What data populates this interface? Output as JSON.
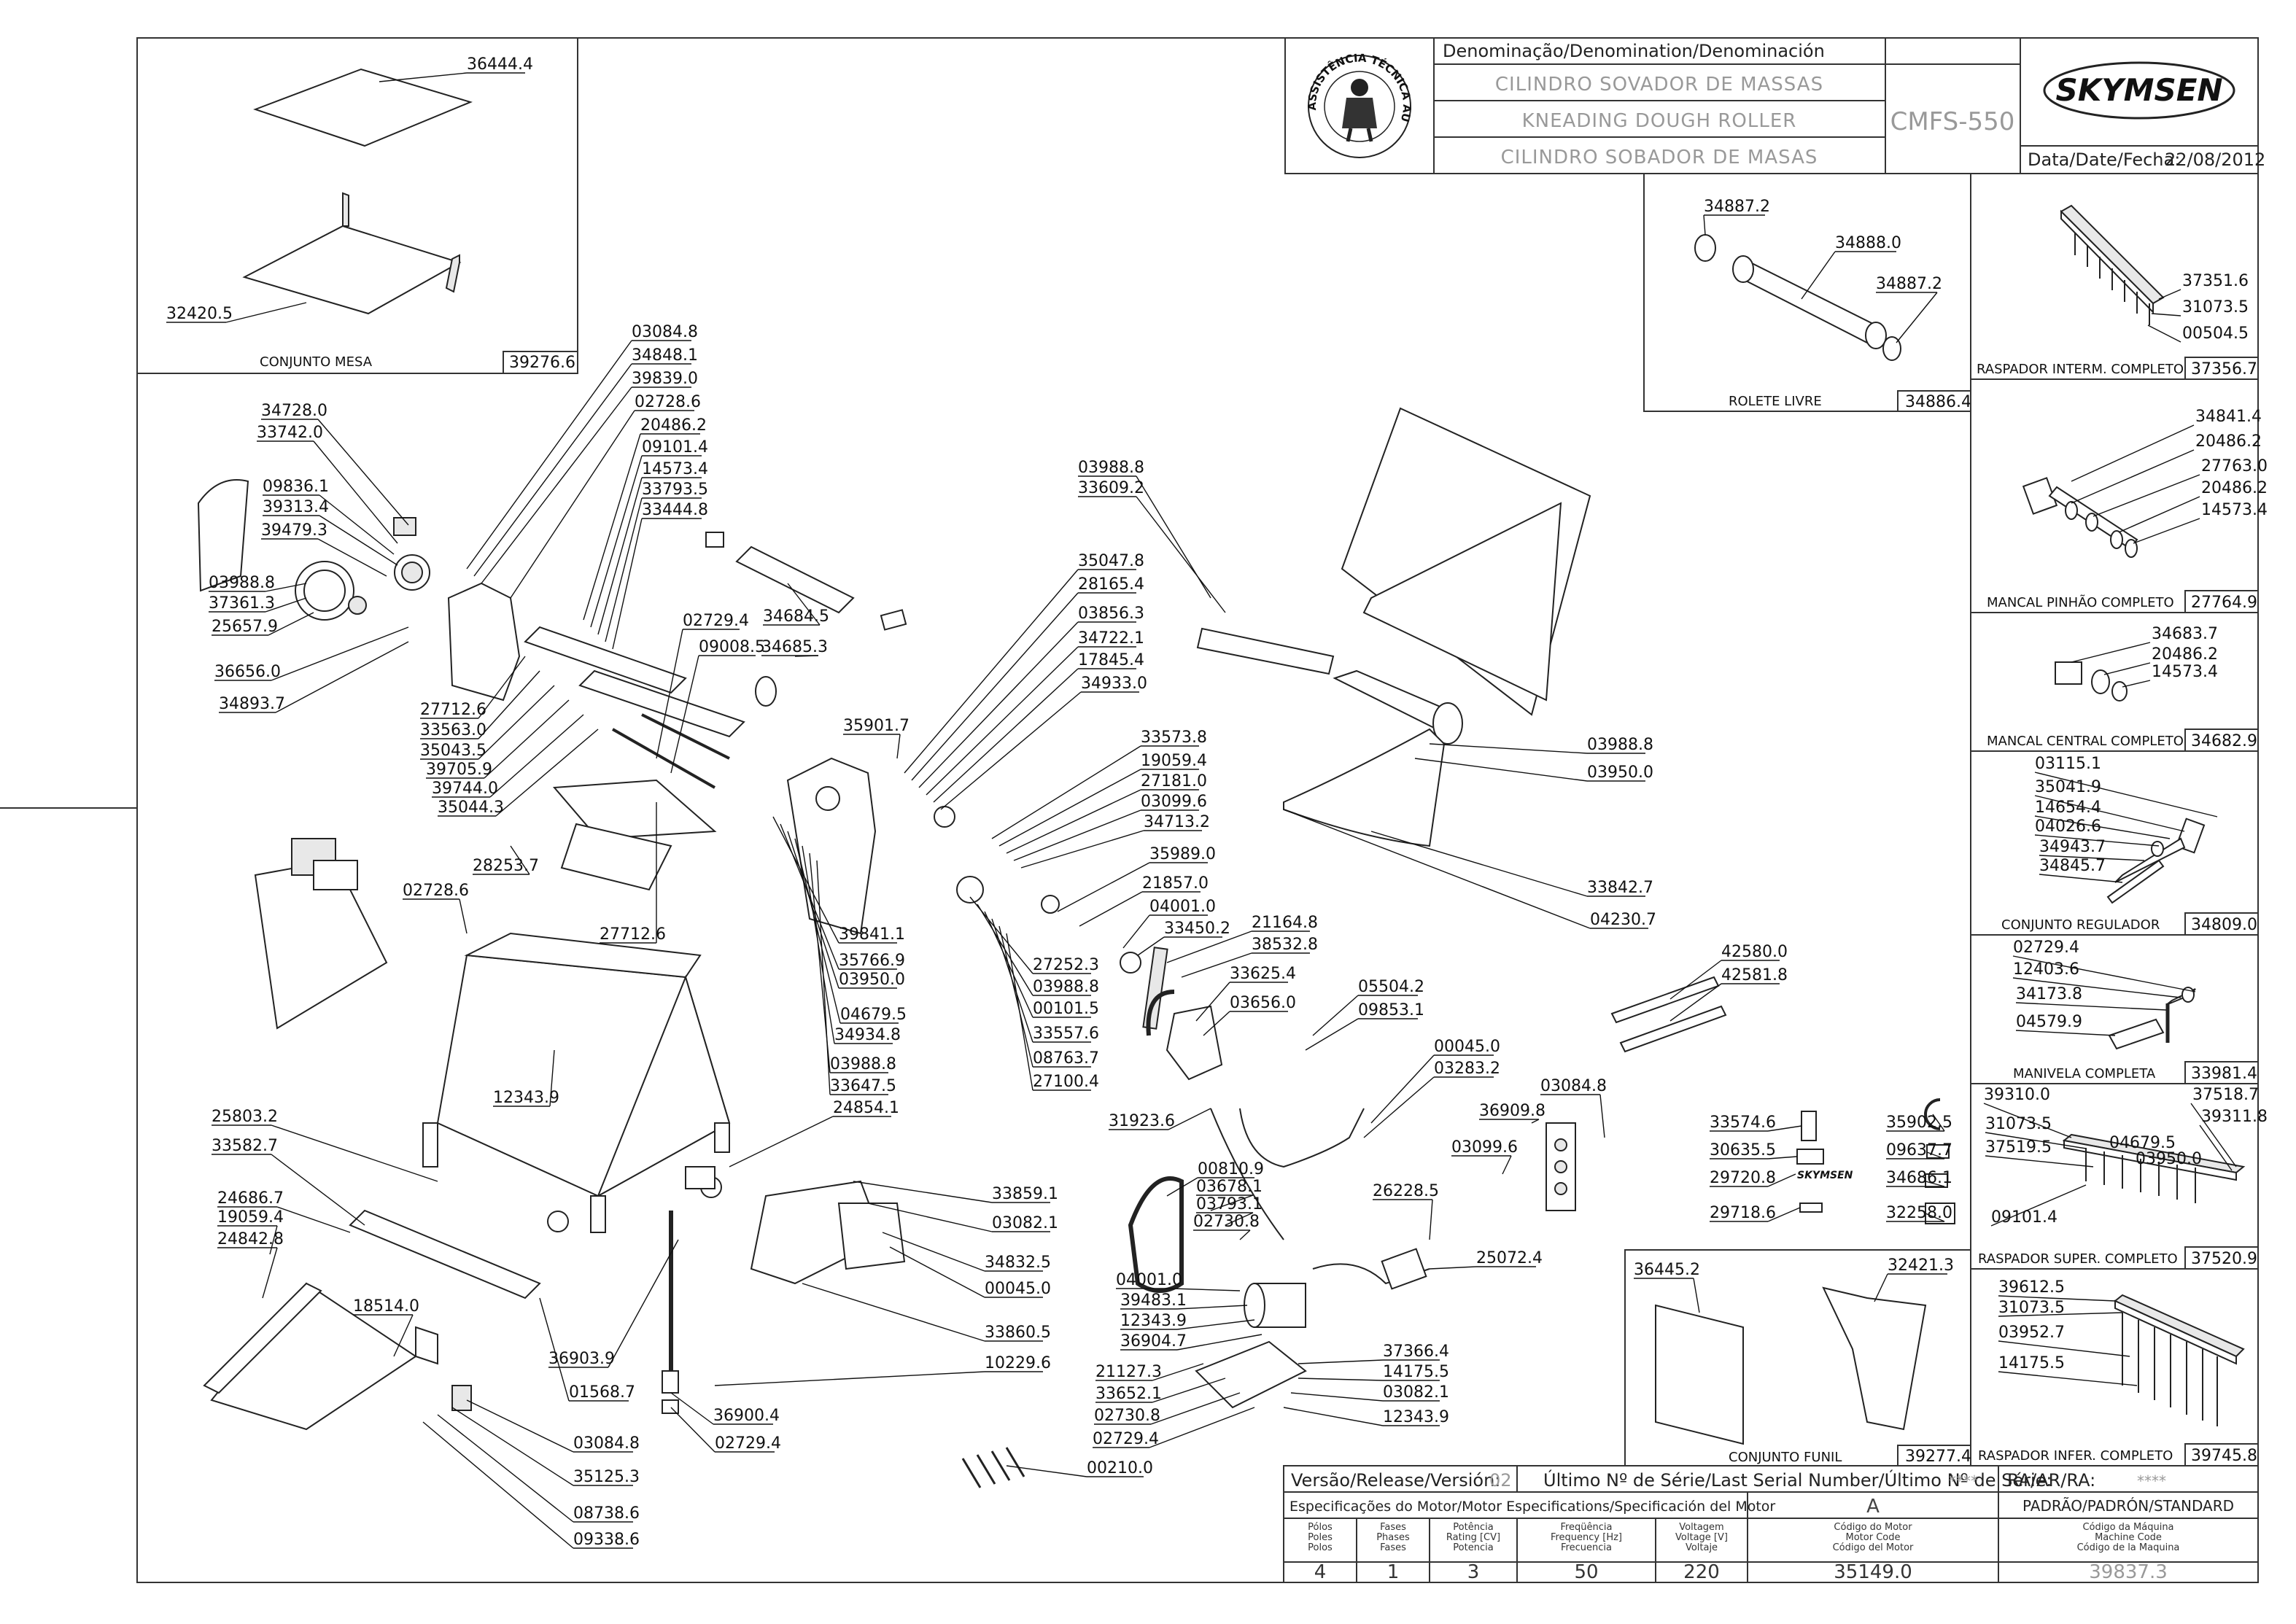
{
  "title_block": {
    "denomination_label": "Denominação/Denomination/Denominación",
    "name_pt": "CILINDRO SOVADOR DE MASSAS",
    "name_en": "KNEADING DOUGH ROLLER",
    "name_es": "CILINDRO SOBADOR DE MASAS",
    "model": "CMFS-550",
    "brand": "SKYMSEN",
    "date_label": "Data/Date/Fecha:",
    "date": "22/08/2012",
    "logo_text": "ASSISTÊNCIA TÉCNICA AUTORIZADA"
  },
  "bottom_block": {
    "version_label": "Versão/Release/Versión:",
    "version": "02",
    "serial_label": "Último Nº de Série/Last Serial Number/Último Nº de Série:",
    "serial": "****",
    "ra_label": "RA/AR/RA:",
    "ra": "****",
    "motor_spec_label": "Especificações do Motor/Motor Especifications/Specificación del Motor",
    "motor_letter": "A",
    "standard_label": "PADRÃO/PADRÓN/STANDARD",
    "columns": [
      {
        "l1": "Pólos",
        "l2": "Poles",
        "l3": "Polos",
        "value": "4"
      },
      {
        "l1": "Fases",
        "l2": "Phases",
        "l3": "Fases",
        "value": "1"
      },
      {
        "l1": "Potência",
        "l2": "Rating [CV]",
        "l3": "Potencia",
        "value": "3"
      },
      {
        "l1": "Freqüência",
        "l2": "Frequency [Hz]",
        "l3": "Frecuencia",
        "value": "50"
      },
      {
        "l1": "Voltagem",
        "l2": "Voltage [V]",
        "l3": "Voltaje",
        "value": "220"
      },
      {
        "l1": "Código do Motor",
        "l2": "Motor Code",
        "l3": "Código del Motor",
        "value": "35149.0"
      },
      {
        "l1": "Código da Máquina",
        "l2": "Machine Code",
        "l3": "Código de la Maquina",
        "value": "39837.3"
      }
    ]
  },
  "assemblies": {
    "mesa": {
      "name": "CONJUNTO MESA",
      "code": "39276.6",
      "parts": [
        "36444.4",
        "32420.5"
      ]
    },
    "rolete": {
      "name": "ROLETE LIVRE",
      "code": "34886.4",
      "parts": [
        "34887.2",
        "34888.0",
        "34887.2"
      ]
    },
    "raspador_interm": {
      "name": "RASPADOR INTERM. COMPLETO",
      "code": "37356.7",
      "parts": [
        "37351.6",
        "31073.5",
        "00504.5"
      ]
    },
    "mancal_pinhao": {
      "name": "MANCAL PINHÃO COMPLETO",
      "code": "27764.9",
      "parts": [
        "34841.4",
        "20486.2",
        "27763.0",
        "20486.2",
        "14573.4"
      ]
    },
    "mancal_central": {
      "name": "MANCAL CENTRAL COMPLETO",
      "code": "34682.9",
      "parts": [
        "34683.7",
        "20486.2",
        "14573.4"
      ]
    },
    "regulador": {
      "name": "CONJUNTO REGULADOR",
      "code": "34809.0",
      "parts": [
        "03115.1",
        "35041.9",
        "14654.4",
        "04026.6",
        "34943.7",
        "34845.7"
      ]
    },
    "manivela": {
      "name": "MANIVELA COMPLETA",
      "code": "33981.4",
      "parts": [
        "02729.4",
        "12403.6",
        "34173.8",
        "04579.9"
      ]
    },
    "raspador_super": {
      "name": "RASPADOR SUPER. COMPLETO",
      "code": "37520.9",
      "parts": [
        "39310.0",
        "37518.7",
        "39311.8",
        "31073.5",
        "04679.5",
        "03950.0",
        "37519.5",
        "09101.4"
      ]
    },
    "raspador_infer": {
      "name": "RASPADOR INFER. COMPLETO",
      "code": "39745.8",
      "parts": [
        "39612.5",
        "31073.5",
        "03952.7",
        "14175.5"
      ]
    },
    "funil": {
      "name": "CONJUNTO FUNIL",
      "code": "39277.4",
      "parts": [
        "36445.2",
        "32421.3"
      ]
    }
  },
  "main_labels": {
    "left_col": [
      "34728.0",
      "33742.0",
      "09836.1",
      "39313.4",
      "39479.3",
      "03988.8",
      "37361.3",
      "25657.9",
      "36656.0",
      "34893.7"
    ],
    "top_col": [
      "03084.8",
      "34848.1",
      "39839.0",
      "02728.6",
      "20486.2",
      "09101.4",
      "14573.4",
      "33793.5",
      "33444.8"
    ],
    "mid_col": [
      "27712.6",
      "33563.0",
      "35043.5",
      "39705.9",
      "39744.0",
      "35044.3"
    ],
    "misc": [
      "02729.4",
      "09008.5",
      "34684.5",
      "34685.3",
      "28253.7",
      "02728.6",
      "27712.6",
      "12343.9",
      "35901.7"
    ],
    "cyl_col": [
      "35047.8",
      "28165.4",
      "03856.3",
      "34722.1",
      "17845.4",
      "34933.0"
    ],
    "frame_col": [
      "39841.1",
      "35766.9",
      "03950.0",
      "04679.5",
      "34934.8",
      "03988.8",
      "33647.5",
      "24854.1"
    ],
    "drive_col": [
      "33573.8",
      "19059.4",
      "27181.0",
      "03099.6",
      "34713.2",
      "35989.0",
      "21857.0",
      "04001.0",
      "33450.2",
      "21164.8",
      "38532.8",
      "33625.4",
      "03656.0"
    ],
    "drive_lower": [
      "27252.3",
      "03988.8",
      "00101.5",
      "33557.6",
      "08763.7",
      "27100.4"
    ],
    "hopper": [
      "03988.8",
      "33609.2",
      "03988.8",
      "03950.0",
      "33842.7",
      "04230.7"
    ],
    "rods": [
      "42580.0",
      "42581.8"
    ],
    "electrics": [
      "05504.2",
      "09853.1",
      "00045.0",
      "03283.2",
      "03084.8",
      "36909.8",
      "03099.6",
      "31923.6",
      "26228.5",
      "25072.4"
    ],
    "motor": [
      "00810.9",
      "03678.1",
      "03793.1",
      "02730.8",
      "04001.0",
      "39483.1",
      "12343.9",
      "36904.7",
      "21127.3",
      "33652.1",
      "02730.8",
      "02729.4",
      "37366.4",
      "14175.5",
      "03082.1",
      "12343.9",
      "00210.0"
    ],
    "lower_left": [
      "25803.2",
      "33582.7",
      "24686.7",
      "19059.4",
      "24842.8",
      "18514.0",
      "36903.9",
      "01568.7",
      "03084.8",
      "35125.3",
      "08738.6",
      "09338.6",
      "36900.4",
      "02729.4"
    ],
    "guard": [
      "33859.1",
      "03082.1",
      "34832.5",
      "00045.0",
      "33860.5",
      "10229.6"
    ],
    "decals": [
      "33574.6",
      "35902.5",
      "30635.5",
      "09637.7",
      "29720.8",
      "34686.1",
      "29718.6",
      "32258.0"
    ]
  }
}
